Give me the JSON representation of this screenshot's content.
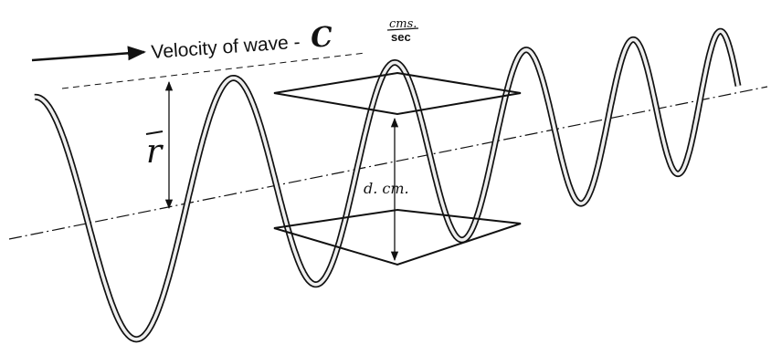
{
  "velocity_label": {
    "prefix": "Velocity of wave -",
    "symbol": "C",
    "units_numerator": "cms.",
    "units_denominator": "sec"
  },
  "amplitude_label": "r",
  "distance_label": "d. cm.",
  "colors": {
    "ink": "#111111",
    "ribbon_fill": "#eeeeee",
    "background": "#ffffff"
  }
}
